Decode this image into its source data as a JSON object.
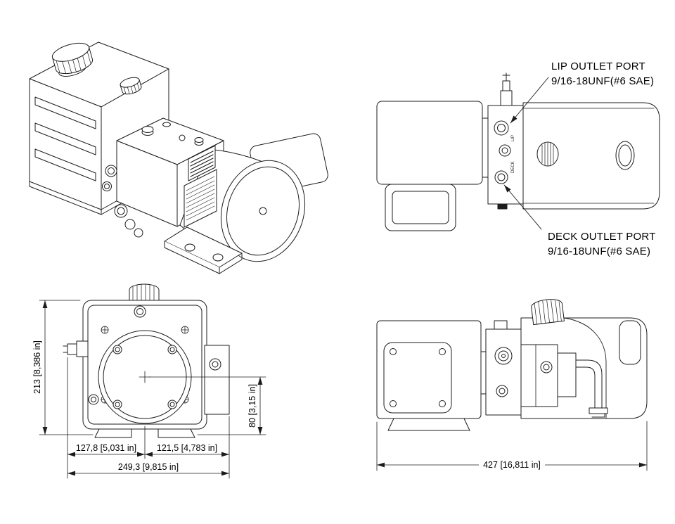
{
  "page": {
    "background": "#ffffff",
    "line_color": "#1c1c1c"
  },
  "callouts": {
    "lip_outlet": {
      "line1": "LIP OUTLET PORT",
      "line2": "9/16-18UNF(#6 SAE)"
    },
    "deck_outlet": {
      "line1": "DECK OUTLET PORT",
      "line2": "9/16-18UNF(#6 SAE)"
    }
  },
  "port_markings": {
    "lip": "LIP",
    "deck": "DECK"
  },
  "dimensions": {
    "overall_height": "213 [8,386 in]",
    "outlet_height": "80 [3,15 in]",
    "width_left": "127,8 [5,031 in]",
    "width_right": "121,5 [4,783 in]",
    "overall_width": "249,3 [9,815 in]",
    "overall_length": "427 [16,811 in]"
  }
}
